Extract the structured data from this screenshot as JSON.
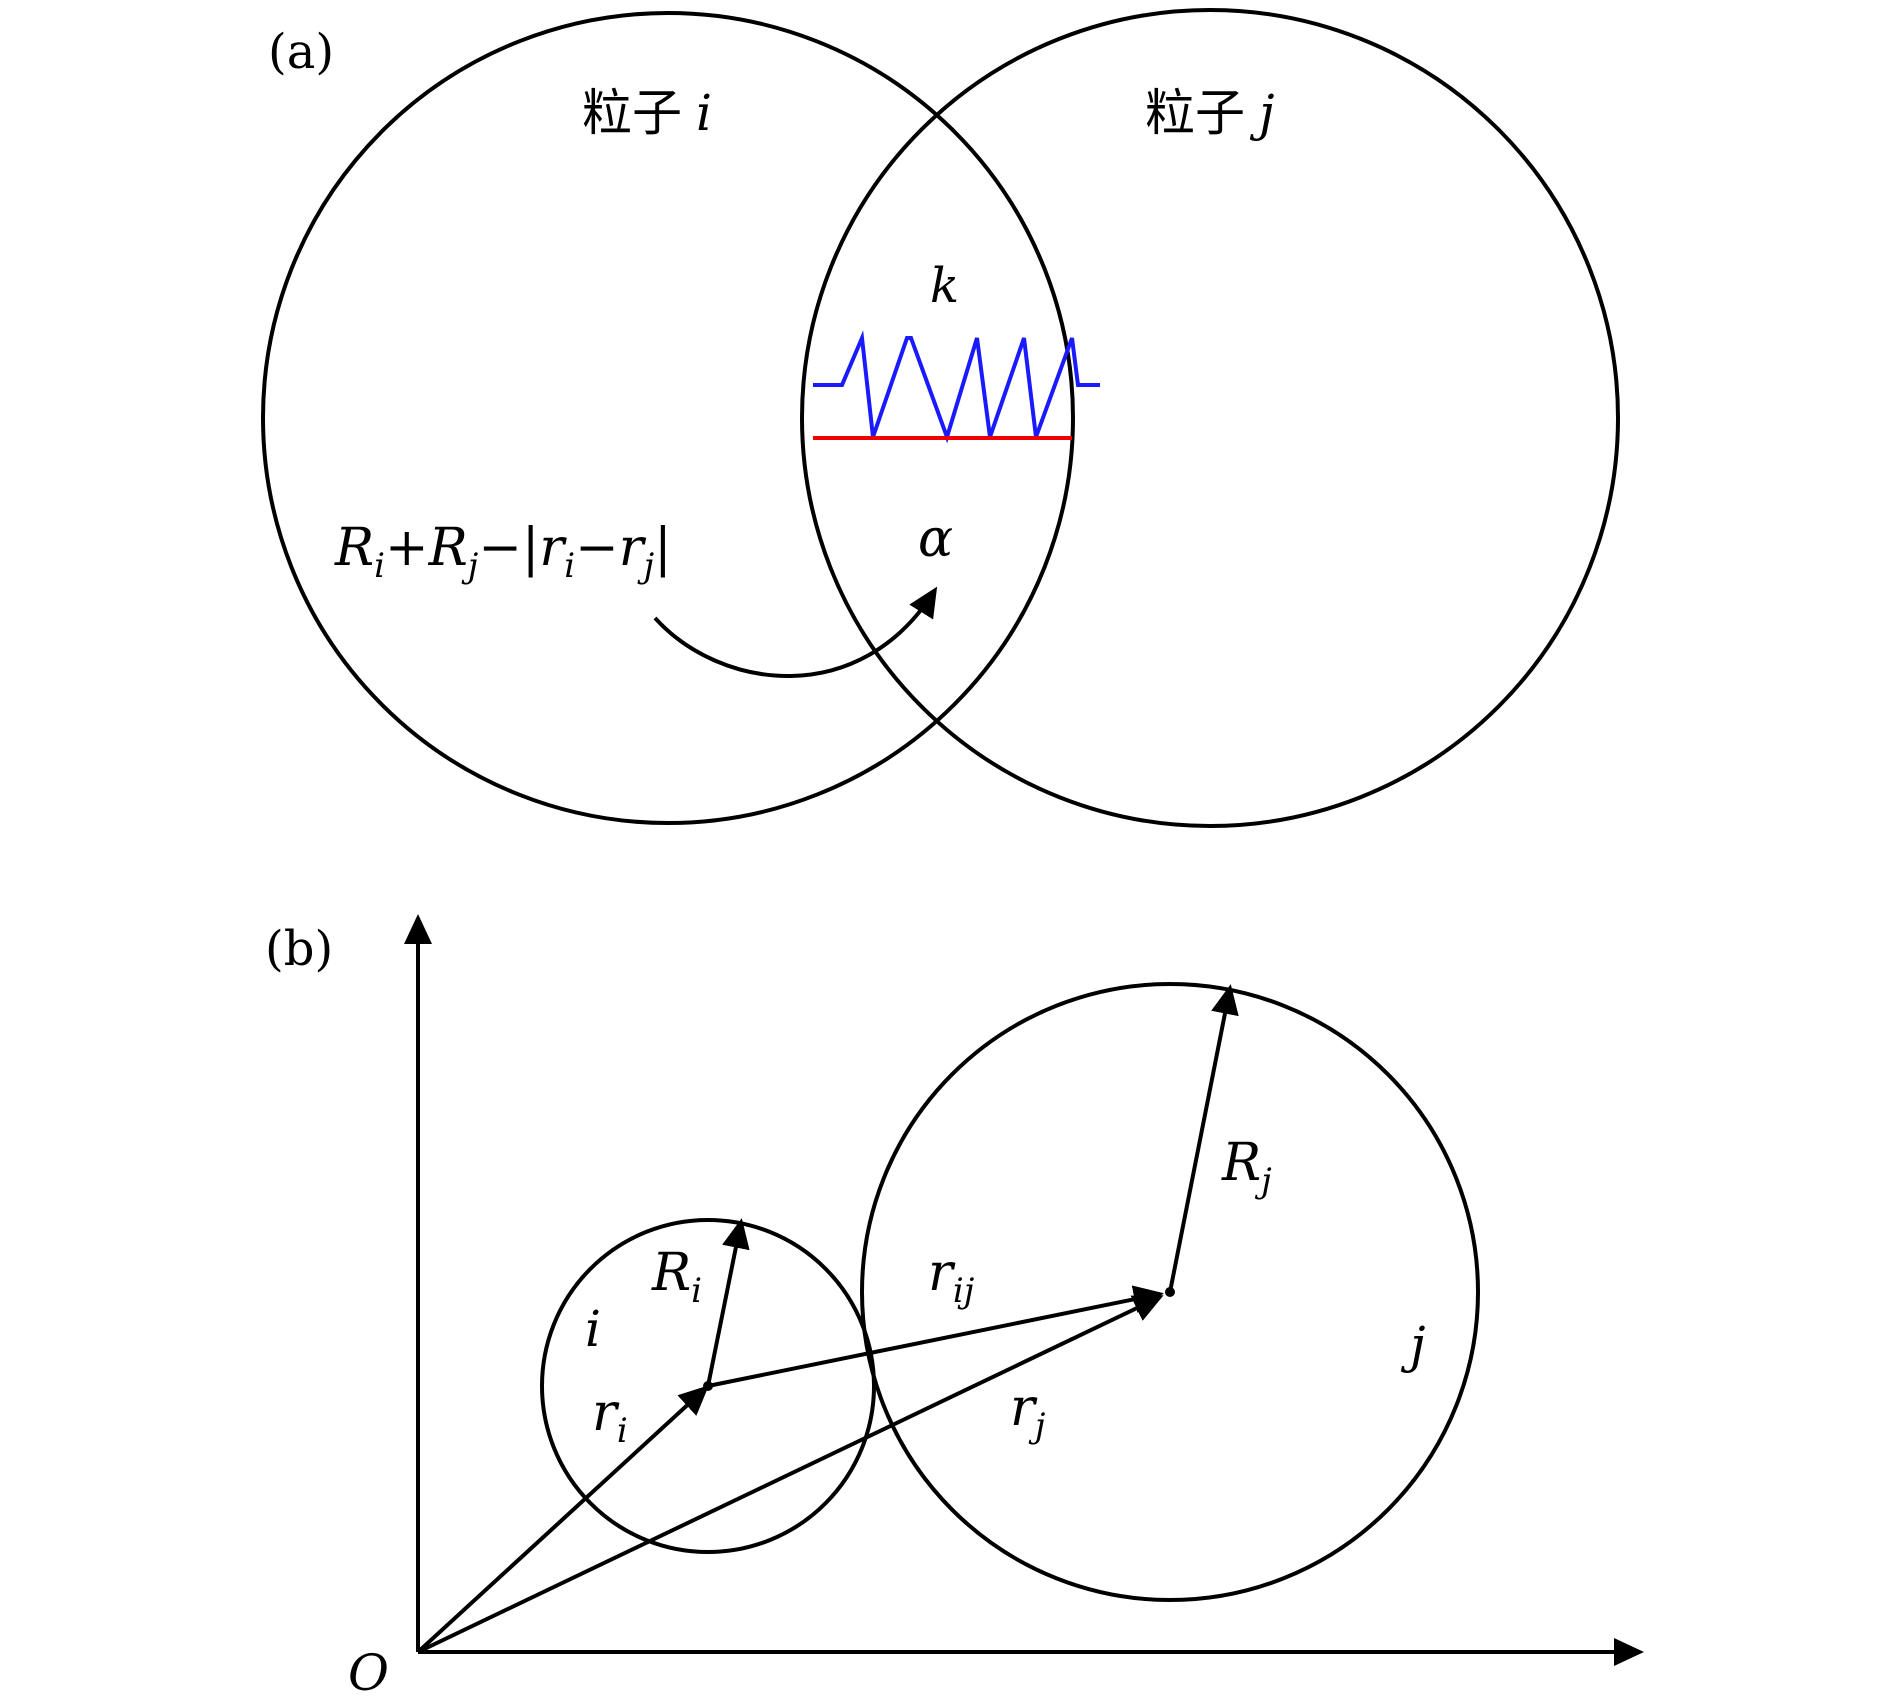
{
  "panel_a": {
    "label": "(a)",
    "particle_i": {
      "name": "粒子",
      "symbol": "i"
    },
    "particle_j": {
      "name": "粒子",
      "symbol": "j"
    },
    "spring_label": "k",
    "damping_label": "α",
    "overlap_expr": {
      "R": "R",
      "i": "i",
      "plus": "+",
      "j": "j",
      "minus": "−",
      "bar": "|",
      "r": "r"
    },
    "colors": {
      "spring": "#1a1aff",
      "dashpot": "#ee0000",
      "stroke": "#000000"
    }
  },
  "panel_b": {
    "label": "(b)",
    "origin": "O",
    "particle_i": "i",
    "particle_j": "j",
    "Ri": {
      "base": "R",
      "sub": "i"
    },
    "Rj": {
      "base": "R",
      "sub": "j"
    },
    "ri": {
      "base": "r",
      "sub": "i"
    },
    "rj": {
      "base": "r",
      "sub": "j"
    },
    "rij": {
      "base": "r",
      "sub": "ij"
    }
  }
}
